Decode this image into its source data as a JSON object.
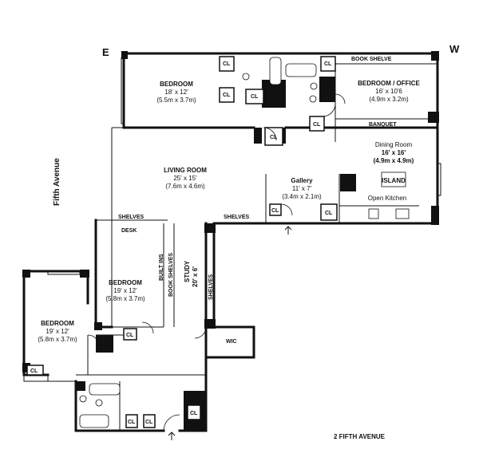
{
  "compass": {
    "east": "E",
    "west": "W"
  },
  "street_side": "Fifth Avenue",
  "building": "2 FIFTH AVENUE",
  "rooms": {
    "bedroom_top": {
      "name": "BEDROOM",
      "imperial": "18' x 12'",
      "metric": "(5.5m x 3.7m)"
    },
    "bedroom_office": {
      "name": "BEDROOM / OFFICE",
      "imperial": "16' x 10'6",
      "metric": "(4.9m x 3.2m)"
    },
    "dining": {
      "name": "Dining Room",
      "imperial": "16' x 16'",
      "metric": "(4.9m x 4.9m)"
    },
    "living": {
      "name": "LIVING ROOM",
      "imperial": "25' x 15'",
      "metric": "(7.6m x 4.6m)"
    },
    "gallery": {
      "name": "Gallery",
      "imperial": "11' x 7'",
      "metric": "(3.4m x 2.1m)"
    },
    "bedroom_mid": {
      "name": "BEDROOM",
      "imperial": "19' x 12'",
      "metric": "(5.8m x 3.7m)"
    },
    "bedroom_left": {
      "name": "BEDROOM",
      "imperial": "19' x 12'",
      "metric": "(5.8m x 3.7m)"
    },
    "study": {
      "name": "STUDY",
      "size": "20' x 6'"
    }
  },
  "labels": {
    "book_shelve": "BOOK SHELVE",
    "banquet": "BANQUET",
    "island": "ISLAND",
    "open_kitchen": "Open Kitchen",
    "shelves": "SHELVES",
    "desk": "DESK",
    "built_ins": "BUILT INS",
    "book_shelves": "BOOK SHELVES",
    "wic": "WIC",
    "closet": "CL"
  }
}
